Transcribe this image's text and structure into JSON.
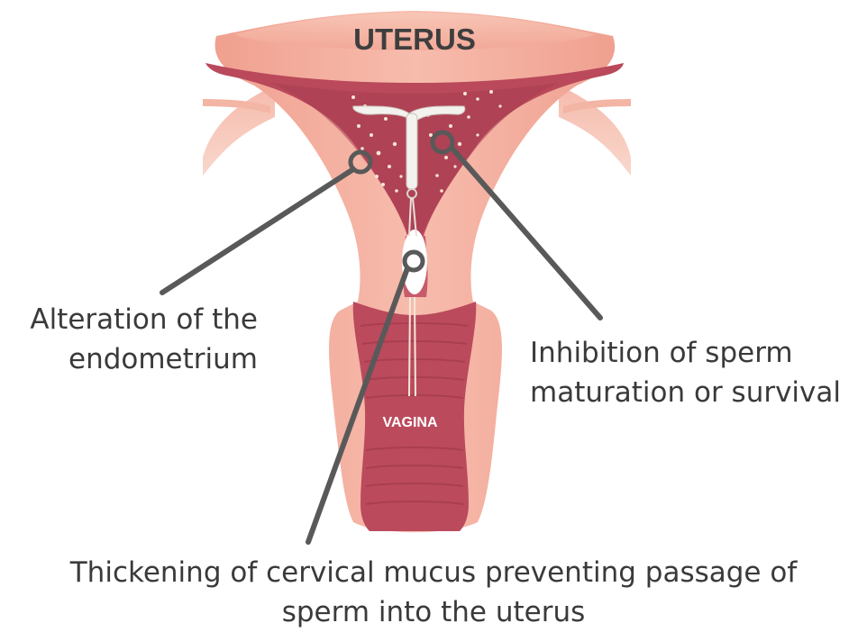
{
  "organ_labels": {
    "uterus": "UTERUS",
    "vagina": "VAGINA"
  },
  "callouts": {
    "endometrium": {
      "line1": "Alteration of the",
      "line2": "endometrium"
    },
    "sperm_survival": {
      "line1": "Inhibition of sperm",
      "line2": "maturation or survival"
    },
    "cervical_mucus": {
      "line1": "Thickening of cervical mucus preventing passage of",
      "line2": "sperm into the uterus"
    }
  },
  "colors": {
    "outer_tissue": "#f2a796",
    "outer_tissue_light": "#f7c3b4",
    "inner_cavity": "#b8485a",
    "inner_cavity_dark": "#a43a4c",
    "leader_line": "#595959",
    "device": "#f4f2ee"
  }
}
